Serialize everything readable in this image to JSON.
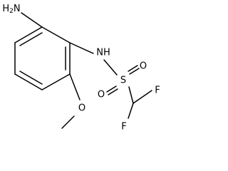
{
  "molecule": {
    "atoms": {
      "amine": "H2N",
      "amine_main": "H",
      "amine_sub": "2",
      "amine_n": "N",
      "nh": "NH",
      "sulfur": "S",
      "oxygen_top": "O",
      "oxygen_bottom": "O",
      "methoxy_oxygen": "O",
      "fluorine_right": "F",
      "fluorine_bottom": "F"
    }
  },
  "colors": {
    "bond": "#000000",
    "background": "#ffffff"
  }
}
